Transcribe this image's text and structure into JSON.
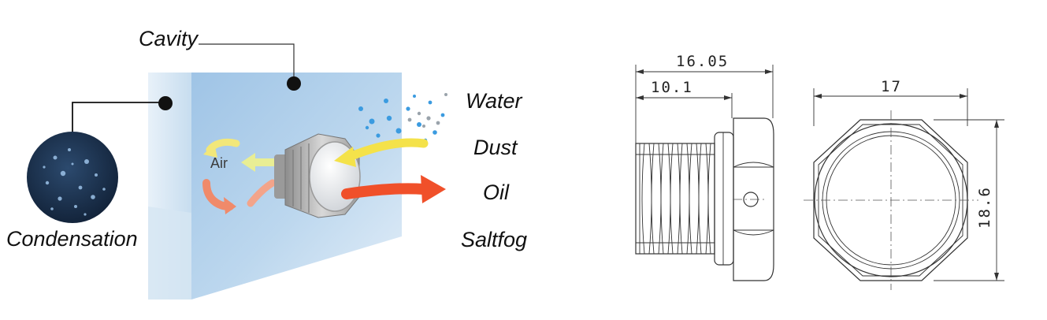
{
  "left_illustration": {
    "labels": {
      "cavity": "Cavity",
      "condensation": "Condensation",
      "air": "Air",
      "water": "Water",
      "dust": "Dust",
      "oil": "Oil",
      "saltfog": "Saltfog"
    },
    "colors": {
      "panel": "#a9cbe9",
      "yellow_arrow": "#f4e24a",
      "red_arrow": "#f0502a",
      "air_arrow_red": "#f08a6a",
      "air_arrow_yellow": "#f2e77a",
      "droplets": "#3b9be0",
      "condensation_disc": "#1e3350"
    },
    "icons": [
      "water-droplet-icon",
      "condensation-disc-icon",
      "vent-plug-icon"
    ]
  },
  "technical_drawing": {
    "side_view": {
      "overall_length": "16.05",
      "thread_length": "10.1"
    },
    "front_view": {
      "width": "17",
      "height": "18.6"
    }
  }
}
